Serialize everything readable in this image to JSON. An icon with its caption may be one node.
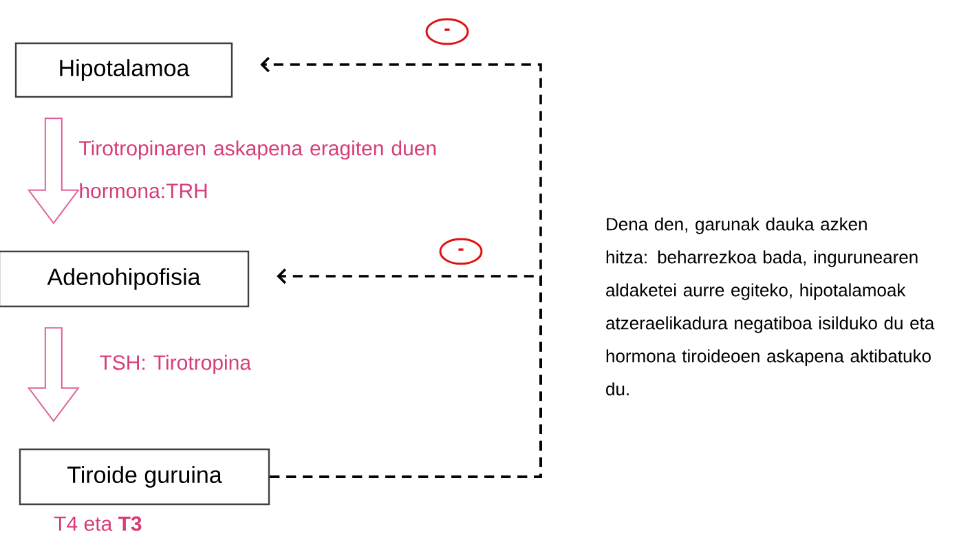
{
  "diagram": {
    "nodes": [
      {
        "text": [
          "Hipotalamoa"
        ]
      },
      {
        "text": [
          "Adenohipofisia"
        ]
      },
      {
        "text": [
          "Tiroide guruina"
        ],
        "beside": [
          "T4 eta **T3**"
        ]
      },
      {
        "text": [
          "Dena den, garunak dauka azken hitza: beharrezkoa bada, ingurunearen aldaketei aurre egiteko, hipotalamoak atzeraelikadura negatiboa isilduko du eta hormona tiroideoen askapena aktibatuko du."
        ]
      }
    ],
    "edges": [
      {
        "from": 0,
        "to": 1,
        "arrow": "to",
        "label": "Tirotropinaren askapena eragiten duen hormona:TRH",
        "color": "#e0609a"
      },
      {
        "from": 1,
        "to": 2,
        "arrow": "to",
        "label": "TSH: Tirotropina",
        "color": "#e0609a"
      },
      {
        "from": 2,
        "to": 0,
        "arrow": "to",
        "label": "-",
        "style": "dashed"
      },
      {
        "from": 2,
        "to": 1,
        "arrow": "to",
        "label": "-",
        "style": "dashed"
      }
    ]
  }
}
